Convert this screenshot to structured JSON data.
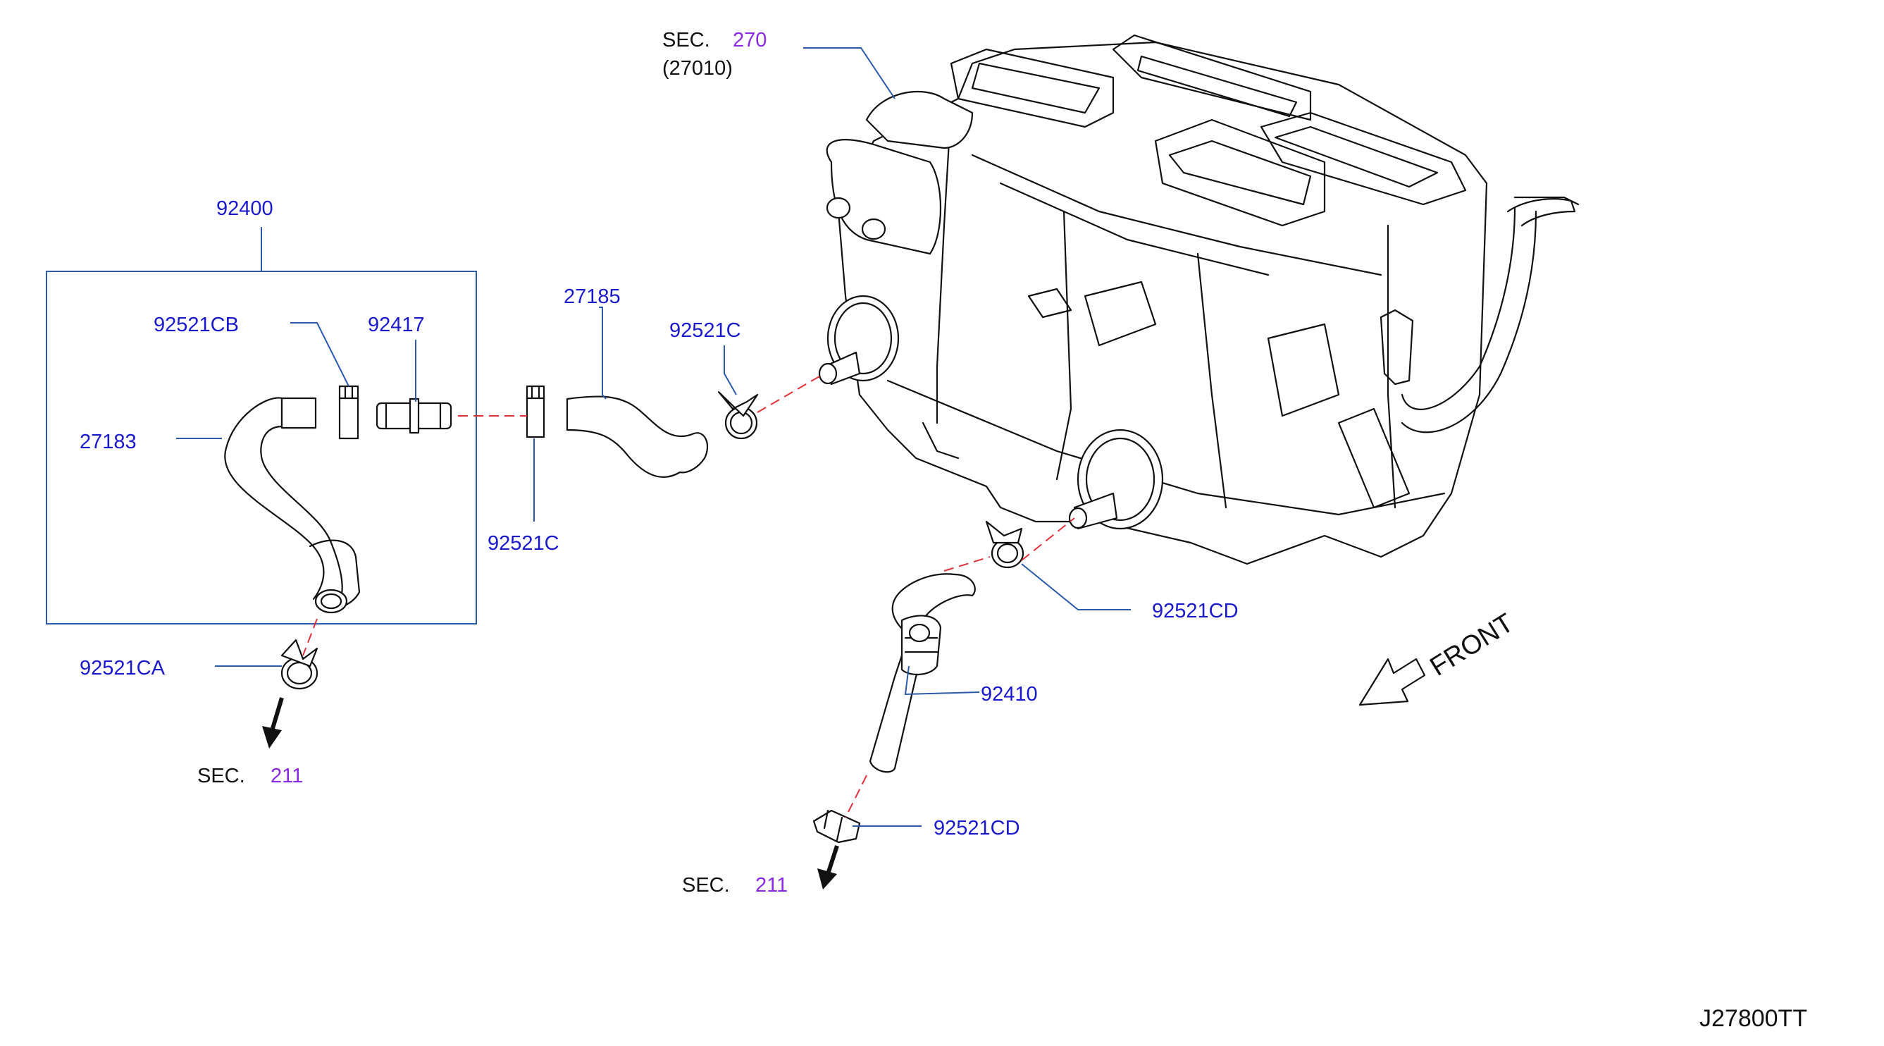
{
  "labels": {
    "sec_270": {
      "prefix": "SEC.",
      "number": "270"
    },
    "sub_27010": "(27010)",
    "p92400": "92400",
    "p92521CB": "92521CB",
    "p92417": "92417",
    "p27183": "27183",
    "p27185": "27185",
    "p92521C_a": "92521C",
    "p92521C_b": "92521C",
    "p92521CA": "92521CA",
    "p92521CD_a": "92521CD",
    "p92521CD_b": "92521CD",
    "p92410": "92410",
    "sec_211_left": {
      "prefix": "SEC.",
      "number": "211"
    },
    "sec_211_bottom": {
      "prefix": "SEC.",
      "number": "211"
    },
    "front": "FRONT",
    "diagram_code": "J27800TT"
  },
  "colors": {
    "label": "#1a1acc",
    "section_number": "#8a2be2",
    "leader": "#2a5aa8",
    "centerline": "#e0303a",
    "outline": "#111111"
  }
}
